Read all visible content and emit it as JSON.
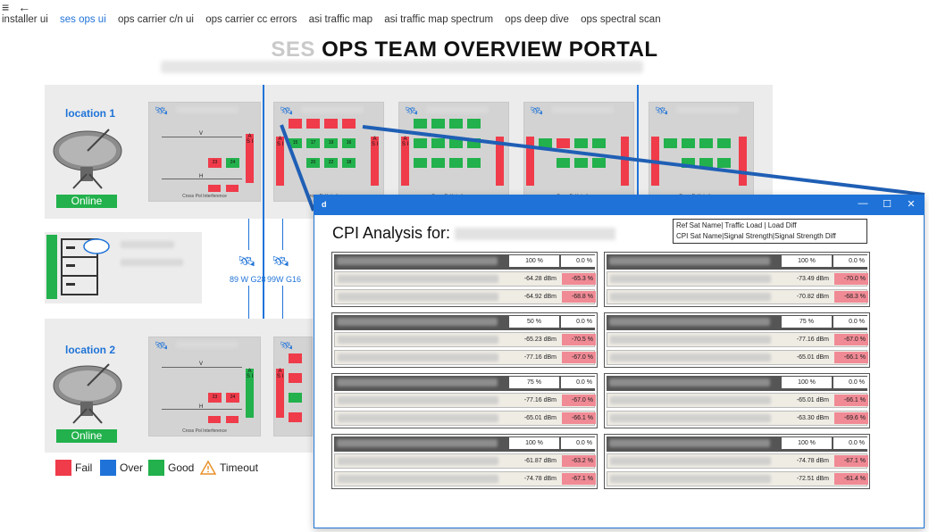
{
  "toolbar": {
    "menu_icon": "≡",
    "back_icon": "←"
  },
  "nav": {
    "items": [
      "installer ui",
      "ses ops ui",
      "ops carrier c/n ui",
      "ops carrier cc errors",
      "asi traffic map",
      "asi traffic map spectrum",
      "ops deep dive",
      "ops spectral scan"
    ],
    "active": "ses ops ui"
  },
  "header": {
    "title_prefix": "SES",
    "title": "OPS TEAM OVERVIEW PORTAL"
  },
  "locations": [
    {
      "name": "location 1",
      "status": "Online"
    },
    {
      "name": "location 2",
      "status": "Online"
    }
  ],
  "panels": {
    "cap": "Cross Pol Interference",
    "v_label": "V",
    "h_label": "H",
    "asi_label": "A S I",
    "cell_labels": [
      "15",
      "17",
      "19",
      "16",
      "20",
      "22",
      "18",
      "21",
      "23",
      "24"
    ]
  },
  "buses": [
    {
      "label": "89 W G28"
    },
    {
      "label": "99W G16"
    }
  ],
  "legend": [
    {
      "label": "Fail",
      "color": "#ef3b4a"
    },
    {
      "label": "Over",
      "color": "#1f73d8"
    },
    {
      "label": "Good",
      "color": "#22b14c"
    },
    {
      "label": "Timeout",
      "color": "#e8902a"
    }
  ],
  "dialog": {
    "app_icon": "d",
    "heading": "CPI Analysis for:",
    "legend_line1": "Ref Sat Name|   Traffic Load   |    Load Diff",
    "legend_line2": "CPI Sat Name|Signal Strength|Signal Strength Diff",
    "groups": [
      {
        "load": "100 %",
        "diff": "0.0 %",
        "rows": [
          [
            "-64.28 dBm",
            "-65.3 %"
          ],
          [
            "-64.92 dBm",
            "-68.8 %"
          ]
        ]
      },
      {
        "load": "100 %",
        "diff": "0.0 %",
        "rows": [
          [
            "-73.49 dBm",
            "-70.0 %"
          ],
          [
            "-70.82 dBm",
            "-68.3 %"
          ]
        ]
      },
      {
        "load": "50 %",
        "diff": "0.0 %",
        "rows": [
          [
            "-65.23 dBm",
            "-70.5 %"
          ],
          [
            "-77.16 dBm",
            "-67.0 %"
          ]
        ]
      },
      {
        "load": "75 %",
        "diff": "0.0 %",
        "rows": [
          [
            "-77.16 dBm",
            "-67.0 %"
          ],
          [
            "-65.01 dBm",
            "-66.1 %"
          ]
        ]
      },
      {
        "load": "75 %",
        "diff": "0.0 %",
        "rows": [
          [
            "-77.16 dBm",
            "-67.0 %"
          ],
          [
            "-65.01 dBm",
            "-66.1 %"
          ]
        ]
      },
      {
        "load": "100 %",
        "diff": "0.0 %",
        "rows": [
          [
            "-65.01 dBm",
            "-66.1 %"
          ],
          [
            "-63.30 dBm",
            "-69.6 %"
          ]
        ]
      },
      {
        "load": "100 %",
        "diff": "0.0 %",
        "rows": [
          [
            "-61.87 dBm",
            "-63.2 %"
          ],
          [
            "-74.78 dBm",
            "-67.1 %"
          ]
        ]
      },
      {
        "load": "100 %",
        "diff": "0.0 %",
        "rows": [
          [
            "-74.78 dBm",
            "-67.1 %"
          ],
          [
            "-72.51 dBm",
            "-61.4 %"
          ]
        ]
      }
    ]
  }
}
